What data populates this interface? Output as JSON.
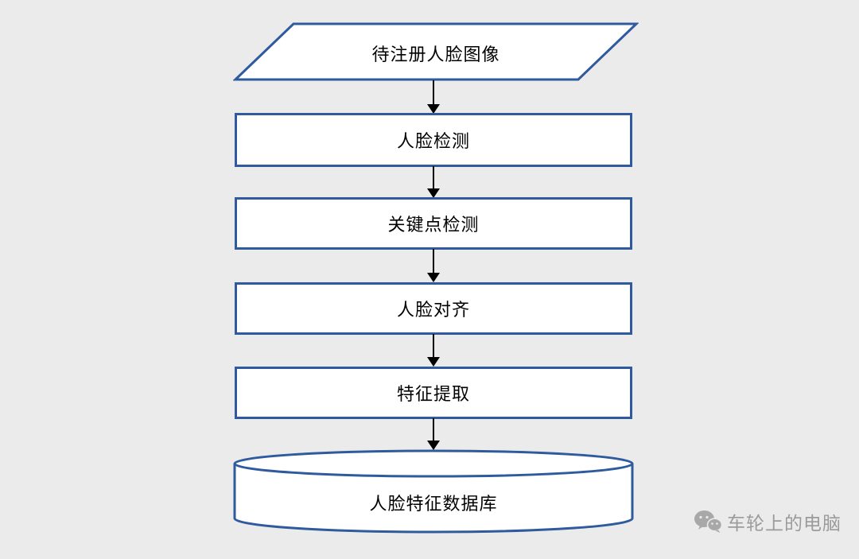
{
  "diagram": {
    "title": "face-registration-pipeline",
    "nodes": [
      {
        "id": "input-image",
        "type": "parallelogram",
        "label": "待注册人脸图像"
      },
      {
        "id": "face-detection",
        "type": "rect",
        "label": "人脸检测"
      },
      {
        "id": "keypoint-detection",
        "type": "rect",
        "label": "关键点检测"
      },
      {
        "id": "face-alignment",
        "type": "rect",
        "label": "人脸对齐"
      },
      {
        "id": "feature-extraction",
        "type": "rect",
        "label": "特征提取"
      },
      {
        "id": "face-feature-db",
        "type": "cylinder",
        "label": "人脸特征数据库"
      }
    ],
    "edges": [
      {
        "from": "input-image",
        "to": "face-detection"
      },
      {
        "from": "face-detection",
        "to": "keypoint-detection"
      },
      {
        "from": "keypoint-detection",
        "to": "face-alignment"
      },
      {
        "from": "face-alignment",
        "to": "feature-extraction"
      },
      {
        "from": "feature-extraction",
        "to": "face-feature-db"
      }
    ],
    "colors": {
      "background": "#ebebeb",
      "shape_fill": "#ffffff",
      "shape_border": "#2f5b9e",
      "arrow": "#000000",
      "watermark": "#9b9b9b"
    }
  },
  "watermark": {
    "icon": "wechat-icon",
    "text": "车轮上的电脑"
  }
}
